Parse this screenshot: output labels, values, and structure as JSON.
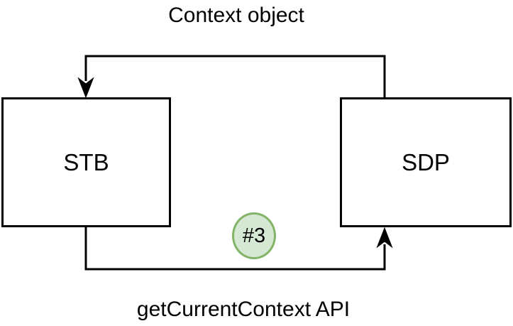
{
  "diagram": {
    "nodes": [
      {
        "id": "stb",
        "label": "STB"
      },
      {
        "id": "sdp",
        "label": "SDP"
      }
    ],
    "edges": [
      {
        "label": "Context object",
        "from": "SDP",
        "to": "STB",
        "position": "top"
      },
      {
        "label": "getCurrentContext API",
        "from": "STB",
        "to": "SDP",
        "position": "bottom"
      }
    ],
    "badge": {
      "text": "#3"
    },
    "colors": {
      "line": "#000000",
      "node_border": "#000000",
      "node_fill": "#ffffff",
      "badge_fill": "#d5e8d4",
      "badge_border": "#82b366",
      "background": "#ffffff",
      "text": "#000000"
    }
  }
}
